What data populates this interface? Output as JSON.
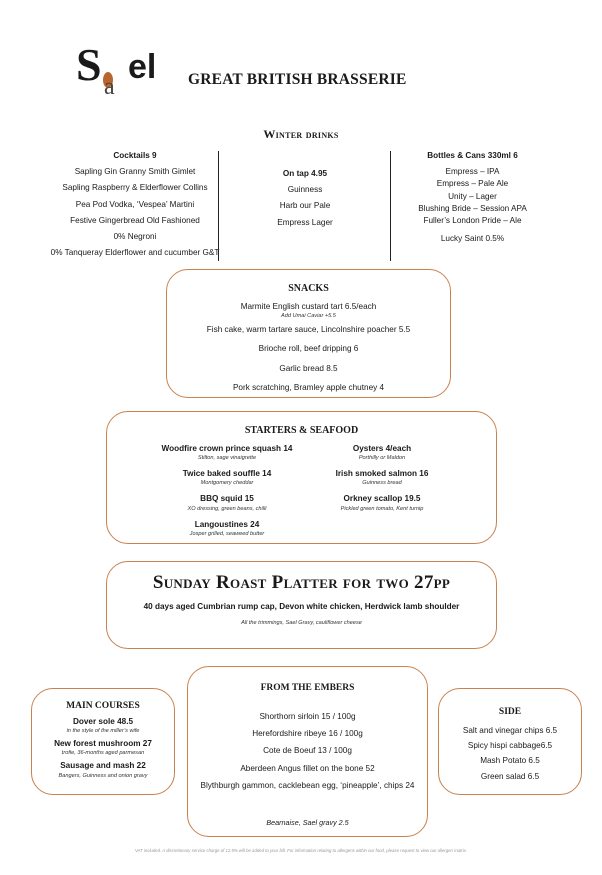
{
  "brand": {
    "logo_text": "Sael",
    "subtitle": "GREAT BRITISH BRASSERIE"
  },
  "winter": {
    "title": "Winter drinks",
    "cocktails": {
      "heading": "Cocktails 9",
      "items": [
        "Sapling Gin Granny Smith Gimlet",
        "Sapling  Raspberry & Elderflower Collins",
        "Pea Pod Vodka, ‘Vespea’ Martini",
        "Festive Gingerbread Old Fashioned",
        "0% Negroni",
        "0% Tanqueray Elderflower and cucumber G&T"
      ]
    },
    "tap": {
      "heading": "On tap 4.95",
      "items": [
        "Guinness",
        "Harb  our Pale",
        "Empress Lager"
      ]
    },
    "bottles": {
      "heading": "Bottles & Cans 330ml 6",
      "items": [
        "Empress – IPA",
        "Empress – Pale Ale",
        "Unity – Lager",
        "Blushing Bride – Session APA",
        "Fuller’s London Pride – Ale"
      ],
      "extra": "Lucky Saint  0.5%"
    }
  },
  "snacks": {
    "title": "SNACKS",
    "item1": "Marmite English custard tart 6.5/each",
    "item1_note": "Add Umai Caviar +5.5",
    "item2": "Fish cake, warm tartare sauce, Lincolnshire poacher 5.5",
    "item3": "Brioche roll, beef dripping 6",
    "item4": "Garlic bread 8.5",
    "item5": "Pork scratching, Bramley apple chutney 4"
  },
  "starters": {
    "title": "STARTERS & SEAFOOD",
    "left": [
      {
        "name": "Woodfire crown prince squash 14",
        "desc": "Stilton, sage vinaigrette"
      },
      {
        "name": "Twice baked souffle 14",
        "desc": "Montgomery cheddar"
      },
      {
        "name": "BBQ squid 15",
        "desc": "XO dressing, green beans, chilli"
      },
      {
        "name": "Langoustines 24",
        "desc": "Josper grilled, seaweed butter"
      }
    ],
    "right": [
      {
        "name": "Oysters 4/each",
        "desc": "Porthilly or Maldon"
      },
      {
        "name": "Irish smoked salmon 16",
        "desc": "Guinness bread"
      },
      {
        "name": "Orkney scallop 19.5",
        "desc": "Pickled green tomato, Kent turnip"
      }
    ]
  },
  "roast": {
    "title": "Sunday Roast Platter for two 27pp",
    "line": "40 days aged Cumbrian rump cap, Devon white chicken, Herdwick lamb shoulder",
    "note": "All the trimmings, Sael Gravy, cauliflower cheese"
  },
  "mains": {
    "title": "MAIN COURSES",
    "items": [
      {
        "name": "Dover sole 48.5",
        "desc": "in the style of the miller’s wife"
      },
      {
        "name": "New forest mushroom 27",
        "desc": "trofie, 36-months aged parmesan"
      },
      {
        "name": "Sausage and mash 22",
        "desc": "Bangers, Guinness and onion gravy"
      }
    ]
  },
  "embers": {
    "title": "FROM THE EMBERS",
    "items": [
      "Shorthorn sirloin 15 / 100g",
      "Herefordshire ribeye 16 / 100g",
      "Cote de Boeuf 13 / 100g",
      "Aberdeen Angus fillet on the bone 52",
      "Blythburgh gammon, cacklebean egg, ‘pineapple’, chips 24"
    ],
    "note": "Bearnaise, Sael gravy 2.5"
  },
  "side": {
    "title": "SIDE",
    "items": [
      "Salt and vinegar chips 6.5",
      "Spicy hispi cabbage6.5",
      "Mash Potato 6.5",
      "Green salad 6.5"
    ]
  },
  "footer": "VAT included. A discretionary service charge of 12.5% will be added to your bill. For information relating to allergens within our food, please request to view our allergen matrix.",
  "colors": {
    "border": "#c8824e",
    "logo_accent": "#b8662e"
  }
}
